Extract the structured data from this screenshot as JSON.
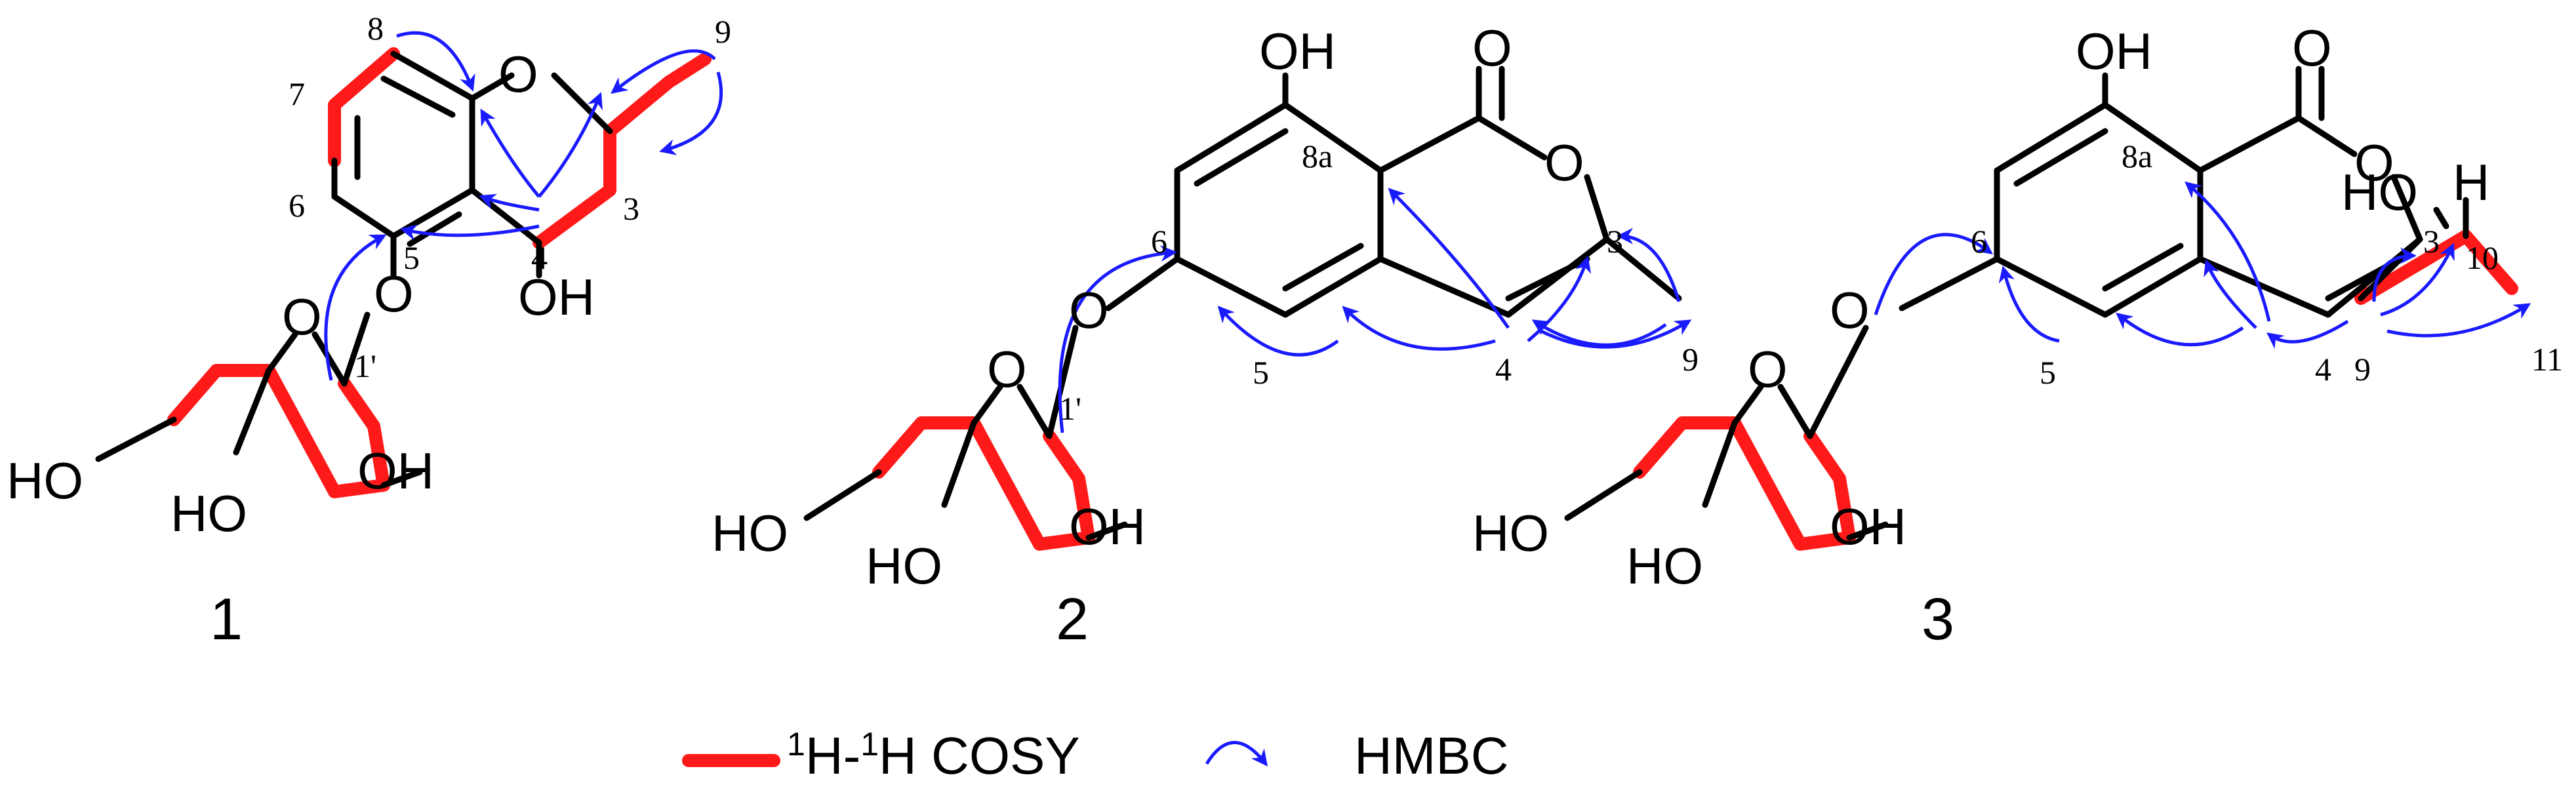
{
  "compounds": [
    {
      "id": "1",
      "atom_labels": {
        "ring_o": "O",
        "ether_o": "O",
        "oh4": "OH",
        "sugar_o": "O",
        "sugar_oh_left": "HO",
        "sugar_oh_a": "HO",
        "sugar_oh_b": "OH"
      },
      "position_labels": {
        "p8": "8",
        "p7": "7",
        "p6": "6",
        "p5": "5",
        "p4": "4",
        "p3": "3",
        "p9": "9",
        "p1p": "1'"
      }
    },
    {
      "id": "2",
      "atom_labels": {
        "oh8": "OH",
        "carbonyl_o": "O",
        "lactone_o": "O",
        "ether_o": "O",
        "sugar_o": "O",
        "sugar_oh_left": "HO",
        "sugar_oh_a": "HO",
        "sugar_oh_b": "OH"
      },
      "position_labels": {
        "p8a": "8a",
        "p6": "6",
        "p3": "3",
        "p9": "9",
        "p5": "5",
        "p4": "4",
        "p1p": "1'"
      }
    },
    {
      "id": "3",
      "atom_labels": {
        "oh8": "OH",
        "carbonyl_o": "O",
        "lactone_o": "O",
        "ether_o": "O",
        "sugar_o": "O",
        "sugar_oh_left": "HO",
        "sugar_oh_a": "HO",
        "sugar_oh_b": "OH",
        "side_ho": "HO",
        "side_h": "H"
      },
      "position_labels": {
        "p8a": "8a",
        "p6": "6",
        "p3": "3",
        "p10": "10",
        "p5": "5",
        "p4": "4",
        "p9": "9",
        "p11": "11"
      }
    }
  ],
  "legend": {
    "cosy_sup1": "1",
    "cosy_h1": "H-",
    "cosy_sup2": "1",
    "cosy_h2": "H COSY",
    "hmbc_label": "HMBC"
  },
  "colors": {
    "cosy": "#ff1a1a",
    "hmbc": "#1a1aff",
    "bond": "#000000"
  }
}
